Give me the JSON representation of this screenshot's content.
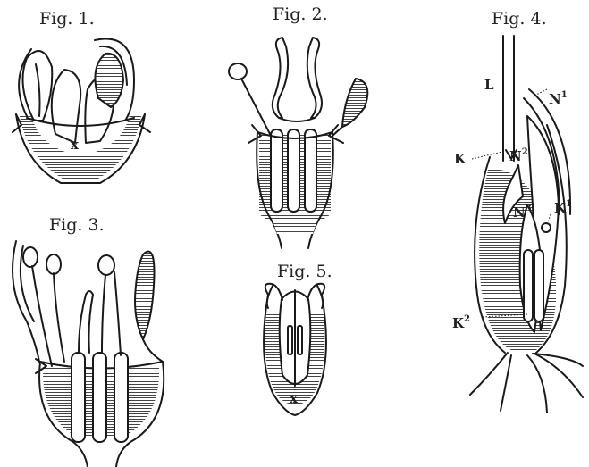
{
  "figures": [
    {
      "caption": "Fig. 1.",
      "label": "x"
    },
    {
      "caption": "Fig. 2."
    },
    {
      "caption": "Fig. 3."
    },
    {
      "caption": "Fig. 4.",
      "labels": [
        "L",
        "N",
        "1",
        "K",
        "N",
        "2",
        "N",
        "3",
        "K",
        "1",
        "K",
        "2"
      ]
    },
    {
      "caption": "Fig. 5.",
      "label": "x"
    }
  ]
}
